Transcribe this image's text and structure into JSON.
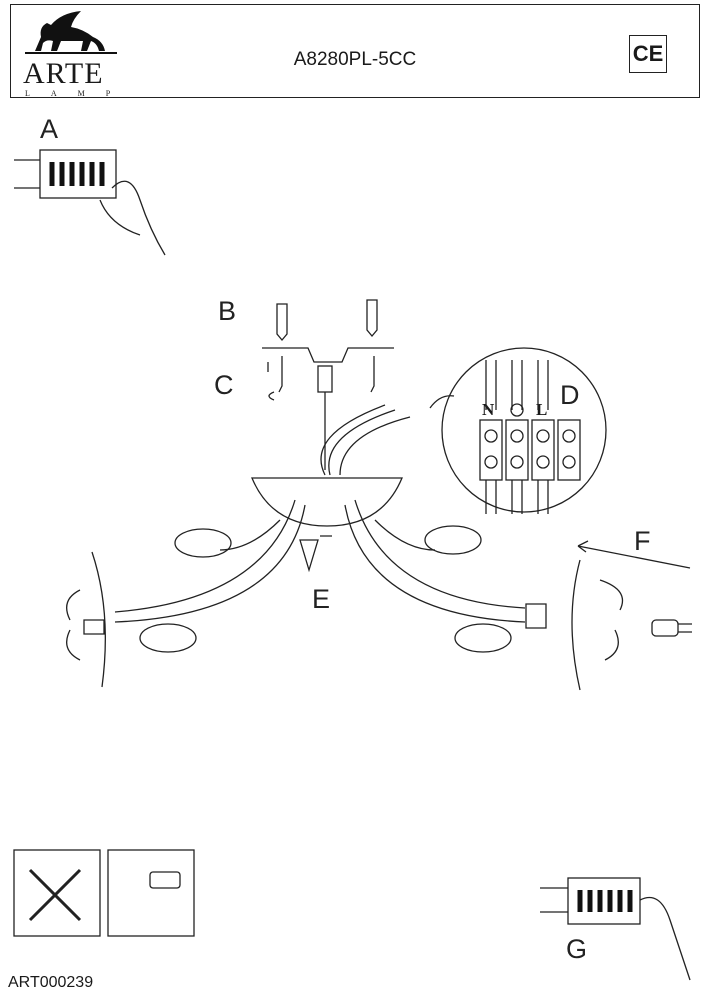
{
  "header": {
    "brand": "ARTE",
    "brand_sub": "LAMP",
    "model": "A8280PL-5CC",
    "cert_mark": "CE"
  },
  "steps": {
    "a": "A",
    "b": "B",
    "c": "C",
    "d": "D",
    "e": "E",
    "f": "F",
    "g": "G"
  },
  "terminal_labels": {
    "neutral": "N",
    "line": "L"
  },
  "footer": {
    "code": "ART000239"
  }
}
